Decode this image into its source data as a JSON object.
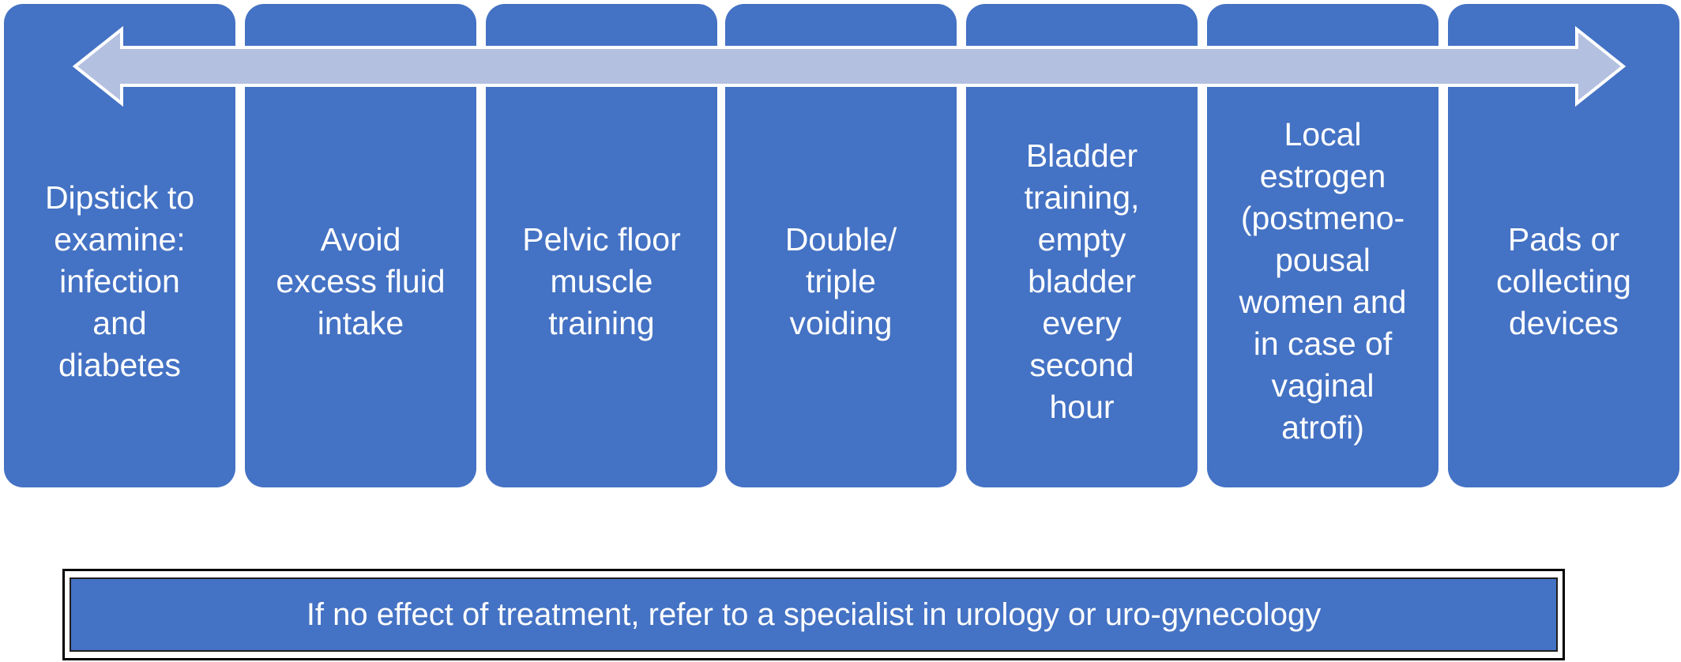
{
  "colors": {
    "box_fill": "#4472c4",
    "arrow_fill": "#b4c0e0",
    "text": "#ffffff",
    "frame_border": "#000000"
  },
  "arrow": {
    "type": "double-headed-arrow"
  },
  "steps": [
    {
      "label": "Dipstick to\nexamine:\ninfection\nand\ndiabetes"
    },
    {
      "label": "Avoid\nexcess fluid\nintake"
    },
    {
      "label": "Pelvic floor\nmuscle\ntraining"
    },
    {
      "label": "Double/\ntriple\nvoiding"
    },
    {
      "label": "Bladder\ntraining,\nempty\nbladder\nevery\nsecond\nhour"
    },
    {
      "label": "Local\nestrogen\n(postmeno-\npousal\nwomen and\nin case of\nvaginal\natrofi)"
    },
    {
      "label": "Pads or\ncollecting\ndevices"
    }
  ],
  "footer": {
    "text": "If no effect of treatment, refer to a specialist in urology or uro-gynecology"
  }
}
